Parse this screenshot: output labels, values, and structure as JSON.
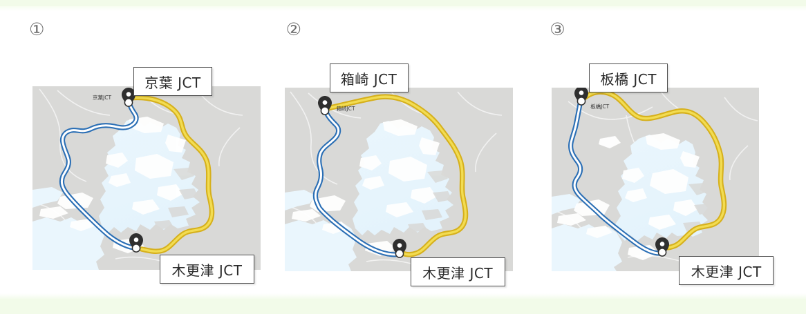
{
  "page": {
    "background_color": "#ffffff",
    "edge_band_color": "#f2fbe9"
  },
  "palette": {
    "route_blue": "#3f8fd8",
    "route_blue_casing": "#2b6fb5",
    "route_yellow": "#e9cb33",
    "route_yellow_casing": "#d4b01f",
    "land": "#d9d9d7",
    "water": "#eaf6fd",
    "island": "#ffffff",
    "callout_border": "#4c4c4c",
    "number_color": "#6d6d6d"
  },
  "panels": [
    {
      "number": "①",
      "start_callout": "京葉 JCT",
      "start_map_label": "京葉JCT",
      "end_callout": "木更津 JCT",
      "blue_route_name": "aqua-line-route",
      "yellow_route_name": "bay-shore-route"
    },
    {
      "number": "②",
      "start_callout": "箱崎 JCT",
      "start_map_label": "箱崎JCT",
      "end_callout": "木更津 JCT",
      "blue_route_name": "aqua-line-route",
      "yellow_route_name": "bay-shore-route"
    },
    {
      "number": "③",
      "start_callout": "板橋 JCT",
      "start_map_label": "板橋JCT",
      "end_callout": "木更津 JCT",
      "blue_route_name": "aqua-line-route",
      "yellow_route_name": "bay-shore-route"
    }
  ]
}
